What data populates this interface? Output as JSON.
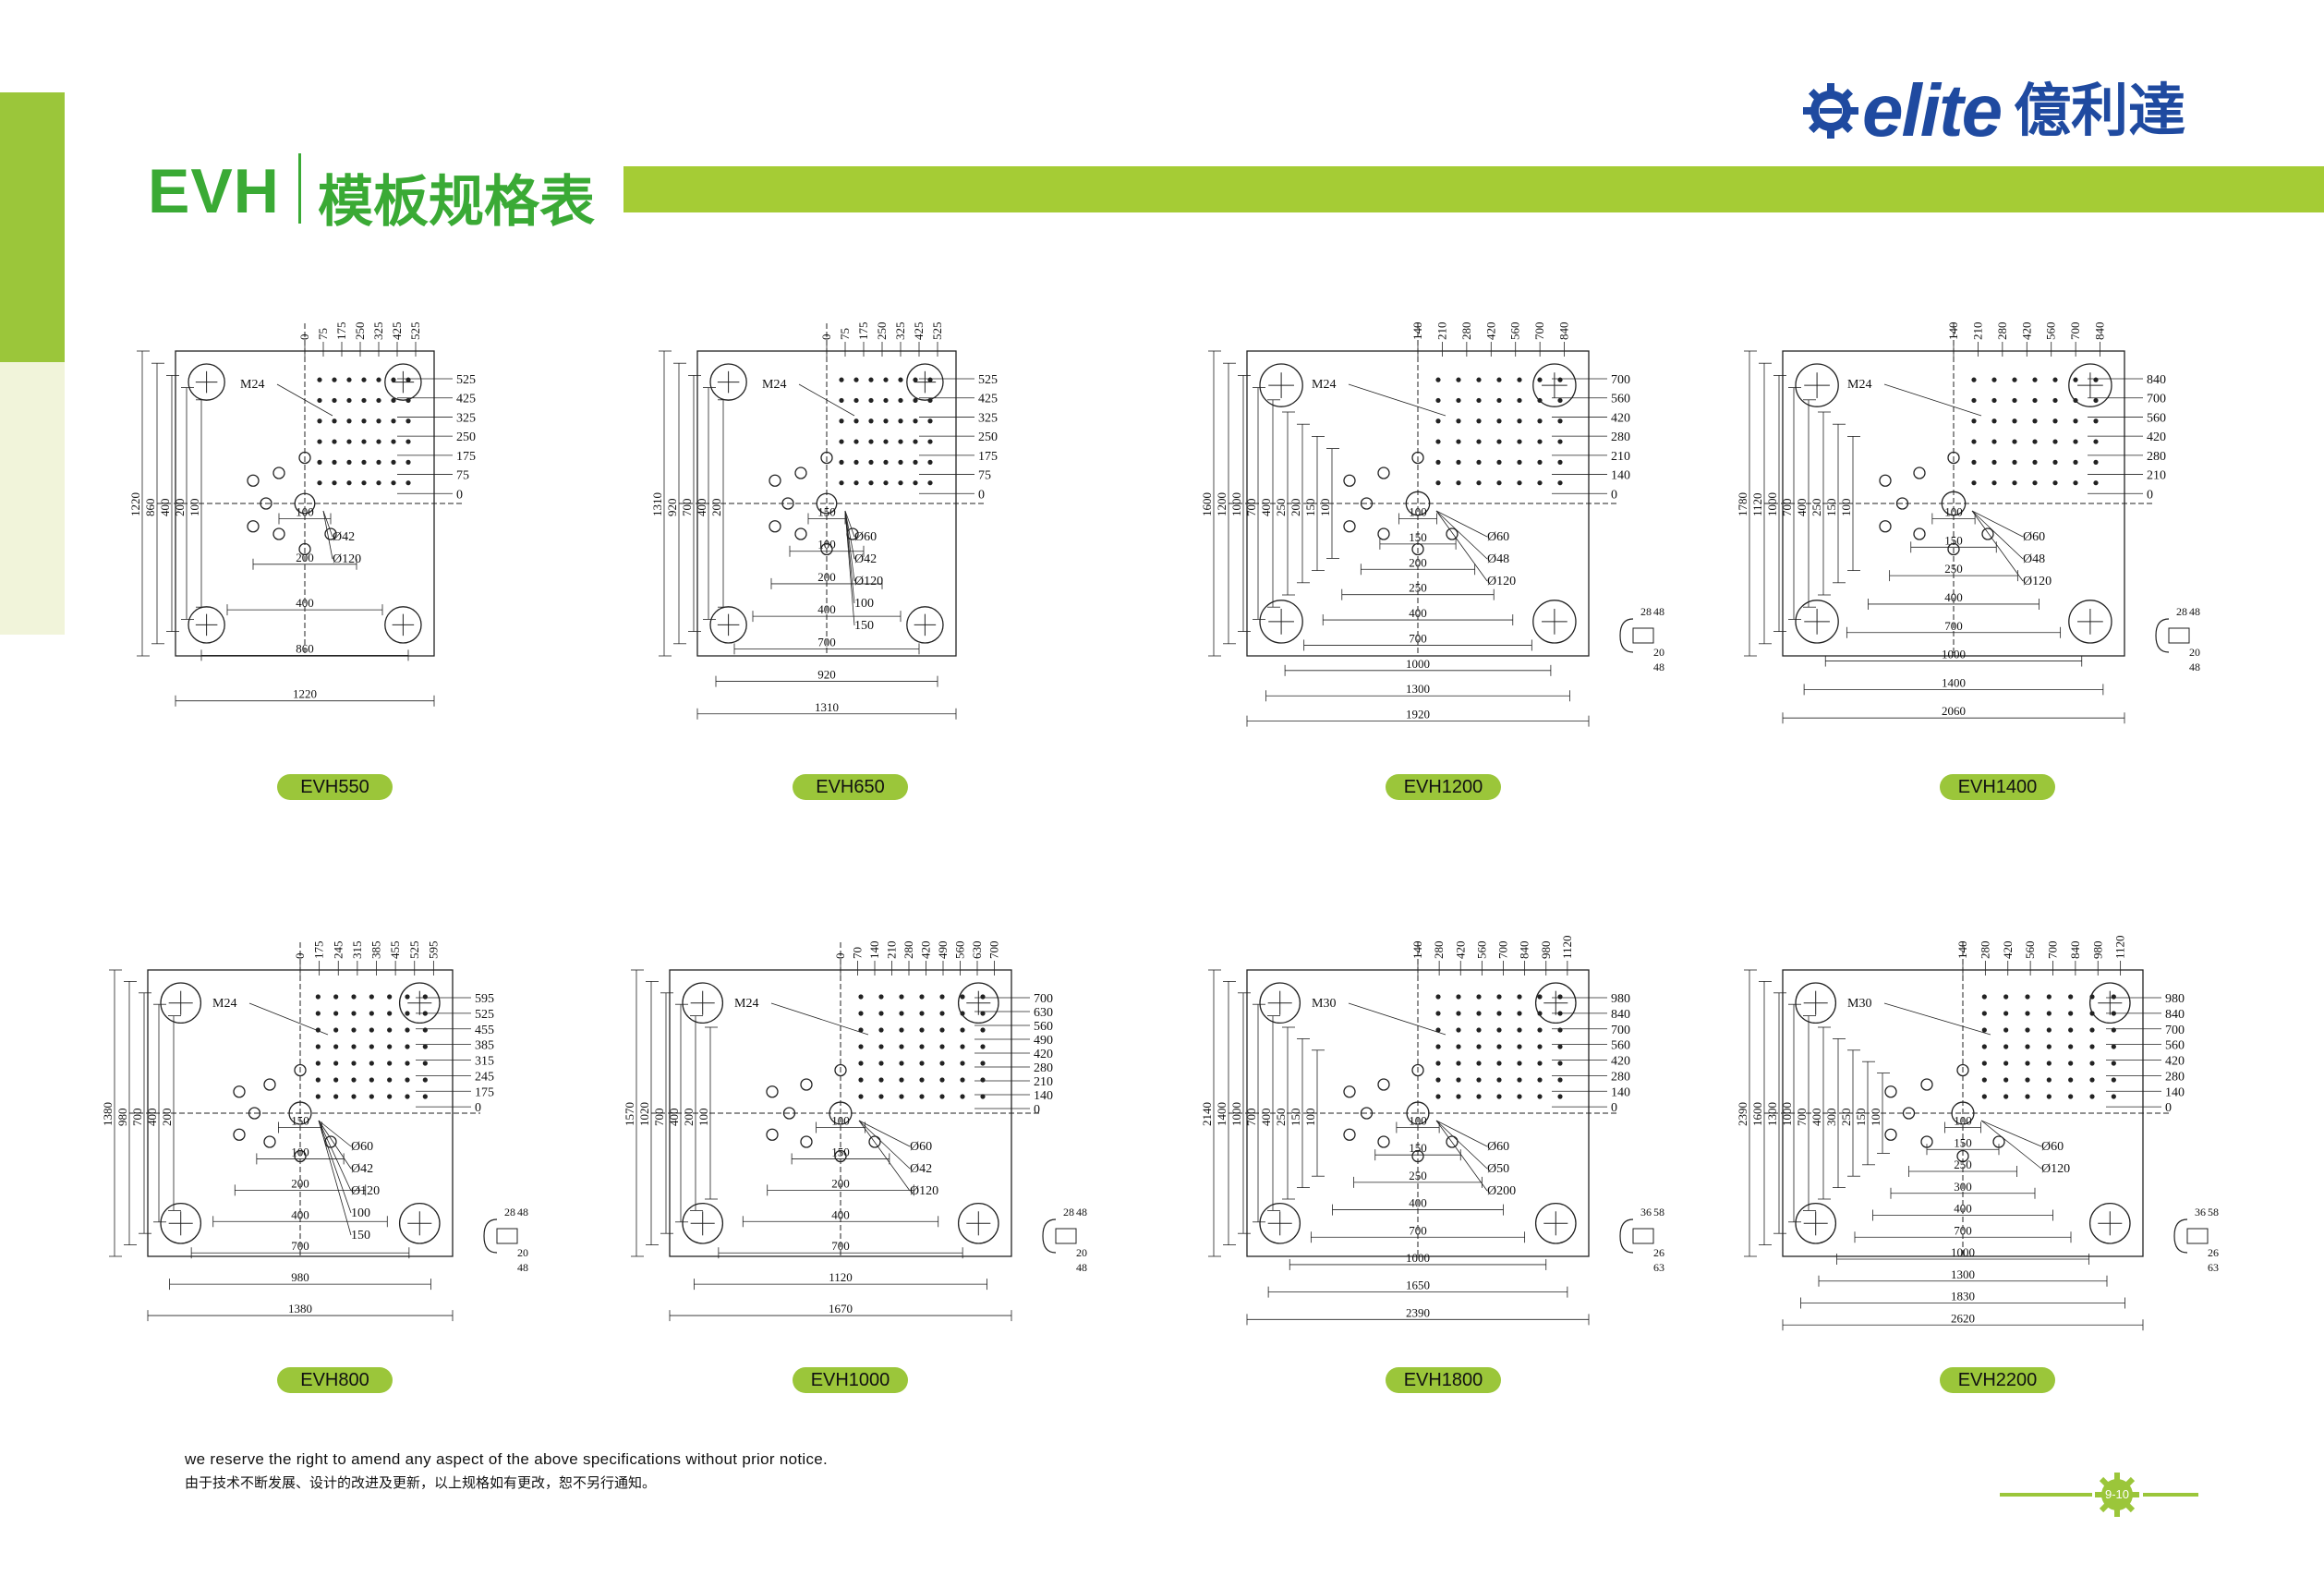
{
  "header": {
    "series": "EVH",
    "title_cn": "模板规格表",
    "logo_text": "elite",
    "logo_cn": "億利達"
  },
  "models": [
    {
      "label": "EVH550",
      "top": [
        "0",
        "75",
        "175",
        "250",
        "325",
        "425",
        "525"
      ],
      "right": [
        "525",
        "425",
        "325",
        "250",
        "175",
        "75",
        "0"
      ],
      "left": [
        "1220",
        "860",
        "400",
        "200",
        "100"
      ],
      "bottom": [
        "100",
        "200",
        "400",
        "860",
        "1220"
      ],
      "notes": [
        "M24",
        "Ø42",
        "Ø120"
      ],
      "detail": []
    },
    {
      "label": "EVH650",
      "top": [
        "0",
        "75",
        "175",
        "250",
        "325",
        "425",
        "525"
      ],
      "right": [
        "525",
        "425",
        "325",
        "250",
        "175",
        "75",
        "0"
      ],
      "left": [
        "1310",
        "920",
        "700",
        "400",
        "200"
      ],
      "bottom": [
        "150",
        "100",
        "200",
        "400",
        "700",
        "920",
        "1310"
      ],
      "notes": [
        "M24",
        "Ø60",
        "Ø42",
        "Ø120",
        "100",
        "150"
      ],
      "detail": []
    },
    {
      "label": "EVH1200",
      "top": [
        "140",
        "210",
        "280",
        "420",
        "560",
        "700",
        "840"
      ],
      "right": [
        "700",
        "560",
        "420",
        "280",
        "210",
        "140",
        "0"
      ],
      "left": [
        "1600",
        "1200",
        "1000",
        "700",
        "400",
        "250",
        "200",
        "150",
        "100"
      ],
      "bottom": [
        "100",
        "150",
        "200",
        "250",
        "400",
        "700",
        "1000",
        "1300",
        "1920"
      ],
      "notes": [
        "M24",
        "Ø60",
        "Ø48",
        "Ø120"
      ],
      "detail": [
        "28",
        "48",
        "20",
        "48"
      ]
    },
    {
      "label": "EVH1400",
      "top": [
        "140",
        "210",
        "280",
        "420",
        "560",
        "700",
        "840"
      ],
      "right": [
        "840",
        "700",
        "560",
        "420",
        "280",
        "210",
        "0"
      ],
      "left": [
        "1780",
        "1120",
        "1000",
        "700",
        "400",
        "250",
        "150",
        "100"
      ],
      "bottom": [
        "100",
        "150",
        "250",
        "400",
        "700",
        "1000",
        "1400",
        "2060"
      ],
      "notes": [
        "M24",
        "Ø60",
        "Ø48",
        "Ø120"
      ],
      "detail": [
        "28",
        "48",
        "20",
        "48"
      ]
    },
    {
      "label": "EVH800",
      "top": [
        "0",
        "175",
        "245",
        "315",
        "385",
        "455",
        "525",
        "595"
      ],
      "right": [
        "595",
        "525",
        "455",
        "385",
        "315",
        "245",
        "175",
        "0"
      ],
      "left": [
        "1380",
        "980",
        "700",
        "400",
        "200"
      ],
      "bottom": [
        "150",
        "100",
        "200",
        "400",
        "700",
        "980",
        "1380"
      ],
      "notes": [
        "M24",
        "Ø60",
        "Ø42",
        "Ø120",
        "100",
        "150"
      ],
      "detail": [
        "28",
        "48",
        "20",
        "48"
      ]
    },
    {
      "label": "EVH1000",
      "top": [
        "0",
        "70",
        "140",
        "210",
        "280",
        "420",
        "490",
        "560",
        "630",
        "700"
      ],
      "right": [
        "700",
        "630",
        "560",
        "490",
        "420",
        "280",
        "210",
        "140",
        "0"
      ],
      "left": [
        "1570",
        "1020",
        "700",
        "400",
        "200",
        "100"
      ],
      "bottom": [
        "100",
        "150",
        "200",
        "400",
        "700",
        "1120",
        "1670"
      ],
      "notes": [
        "M24",
        "Ø60",
        "Ø42",
        "Ø120"
      ],
      "detail": [
        "28",
        "48",
        "20",
        "48"
      ]
    },
    {
      "label": "EVH1800",
      "top": [
        "140",
        "280",
        "420",
        "560",
        "700",
        "840",
        "980",
        "1120"
      ],
      "right": [
        "980",
        "840",
        "700",
        "560",
        "420",
        "280",
        "140",
        "0"
      ],
      "left": [
        "2140",
        "1400",
        "1000",
        "700",
        "400",
        "250",
        "150",
        "100"
      ],
      "bottom": [
        "100",
        "150",
        "250",
        "400",
        "700",
        "1000",
        "1650",
        "2390"
      ],
      "notes": [
        "M30",
        "Ø60",
        "Ø50",
        "Ø200"
      ],
      "detail": [
        "36",
        "58",
        "26",
        "63"
      ]
    },
    {
      "label": "EVH2200",
      "top": [
        "140",
        "280",
        "420",
        "560",
        "700",
        "840",
        "980",
        "1120"
      ],
      "right": [
        "980",
        "840",
        "700",
        "560",
        "420",
        "280",
        "140",
        "0"
      ],
      "left": [
        "2390",
        "1600",
        "1300",
        "1000",
        "700",
        "400",
        "300",
        "250",
        "150",
        "100"
      ],
      "bottom": [
        "100",
        "150",
        "250",
        "300",
        "400",
        "700",
        "1000",
        "1300",
        "1830",
        "2620"
      ],
      "notes": [
        "M30",
        "Ø60",
        "Ø120"
      ],
      "detail": [
        "36",
        "58",
        "26",
        "63"
      ]
    }
  ],
  "footer": {
    "note_en": "we reserve the right to amend any aspect of the above specifications without prior notice.",
    "note_cn": "由于技术不断发展、设计的改进及更新，以上规格如有更改，恕不另行通知。",
    "page": "9-10"
  }
}
